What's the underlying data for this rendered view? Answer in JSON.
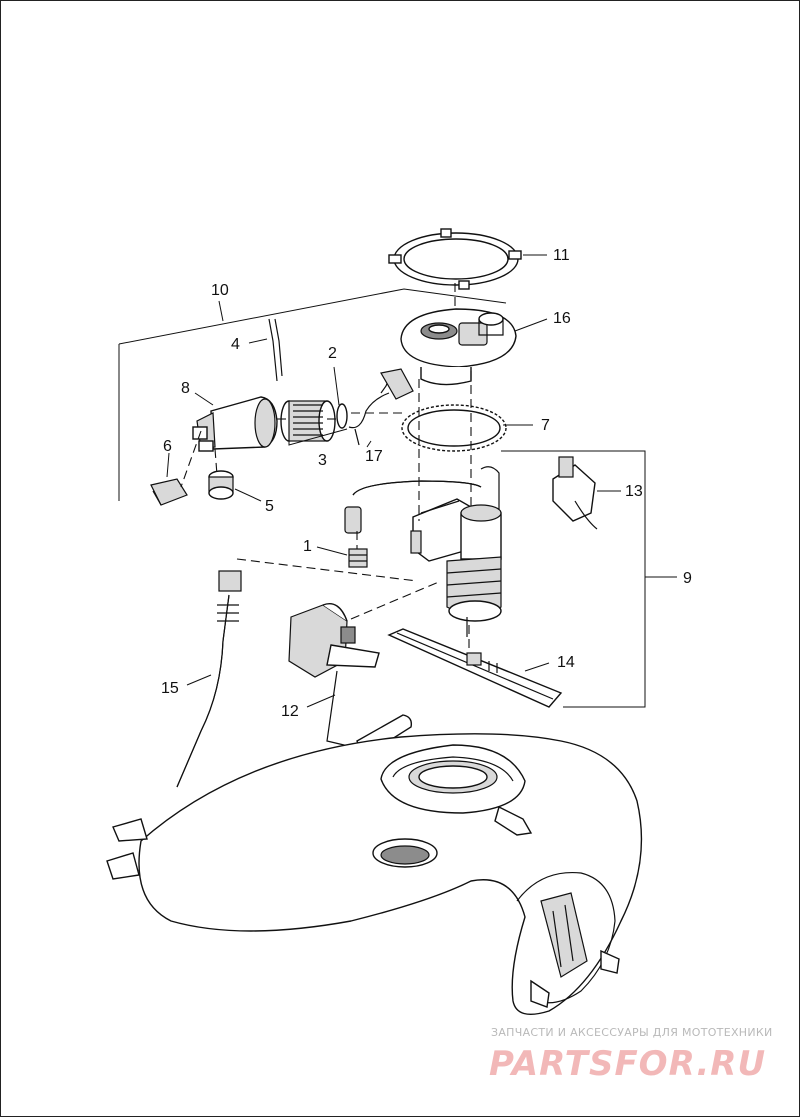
{
  "diagram": {
    "callouts": [
      {
        "id": "c1",
        "text": "1"
      },
      {
        "id": "c2",
        "text": "2"
      },
      {
        "id": "c3",
        "text": "3"
      },
      {
        "id": "c4",
        "text": "4"
      },
      {
        "id": "c5",
        "text": "5"
      },
      {
        "id": "c6",
        "text": "6"
      },
      {
        "id": "c7",
        "text": "7"
      },
      {
        "id": "c8",
        "text": "8"
      },
      {
        "id": "c9",
        "text": "9"
      },
      {
        "id": "c10",
        "text": "10"
      },
      {
        "id": "c11",
        "text": "11"
      },
      {
        "id": "c12",
        "text": "12"
      },
      {
        "id": "c13",
        "text": "13"
      },
      {
        "id": "c14",
        "text": "14"
      },
      {
        "id": "c15",
        "text": "15"
      },
      {
        "id": "c16",
        "text": "16"
      },
      {
        "id": "c17",
        "text": "17"
      }
    ]
  },
  "watermark": {
    "tagline": "ЗАПЧАСТИ И АКСЕССУАРЫ ДЛЯ МОТОТЕХНИКИ",
    "brand": "PARTSFOR.RU"
  },
  "colors": {
    "line": "#111111",
    "fill_light": "#d9d9d9",
    "fill_dark": "#8c8c8c",
    "watermark_brand": "#f2b8b8"
  }
}
